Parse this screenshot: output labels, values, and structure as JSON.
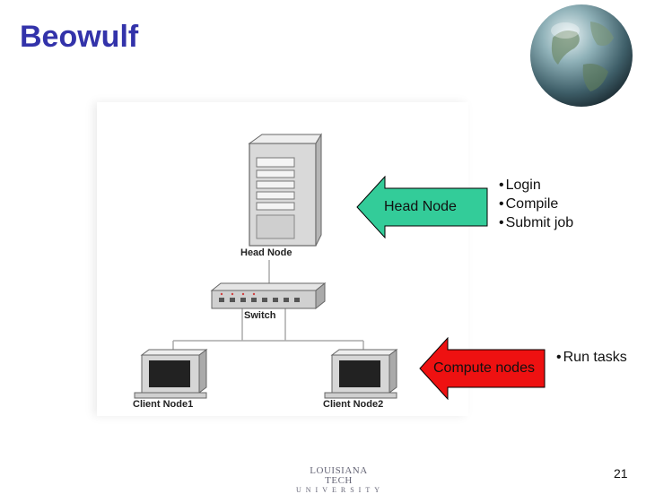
{
  "slide": {
    "title": "Beowulf",
    "page_number": "21"
  },
  "diagram": {
    "head_node_label": "Head Node",
    "switch_label": "Switch",
    "client_node_1_label": "Client Node1",
    "client_node_2_label": "Client Node2"
  },
  "callouts": {
    "head_arrow_label": "Head Node",
    "compute_arrow_label": "Compute nodes",
    "head_arrow_color": "#33cc99",
    "compute_arrow_color": "#ee1111"
  },
  "bullets": {
    "head_tasks": [
      "Login",
      "Compile",
      "Submit job"
    ],
    "compute_tasks": [
      "Run tasks"
    ]
  },
  "footer": {
    "logo_line1": "LOUISIANA TECH",
    "logo_line2": "UNIVERSITY"
  },
  "colors": {
    "title": "#3333aa"
  }
}
